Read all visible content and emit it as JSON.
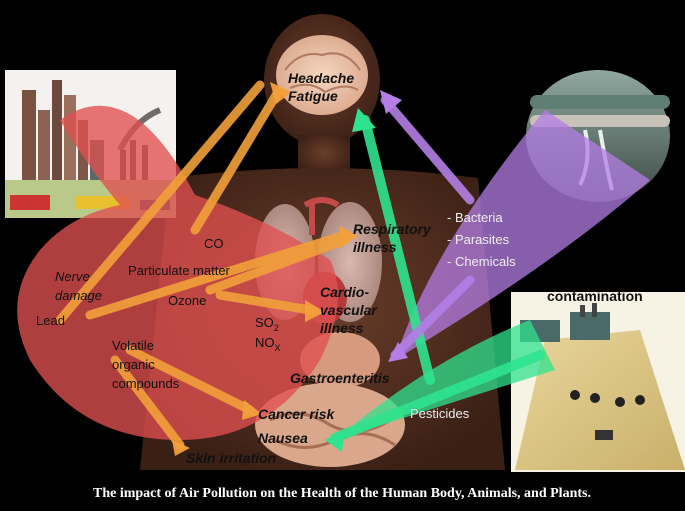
{
  "organs": {
    "headache": "Headache",
    "fatigue": "Fatigue",
    "respiratory_1": "Respiratory",
    "respiratory_2": "illness",
    "cardio_1": "Cardio-",
    "cardio_2": "vascular",
    "cardio_3": "illness",
    "gastro": "Gastroenteritis",
    "cancer": "Cancer risk",
    "nausea": "Nausea",
    "skin": "Skin irritation"
  },
  "air_pollutants": {
    "co": "CO",
    "nerve_1": "Nerve",
    "nerve_2": "damage",
    "particulate": "Particulate matter",
    "ozone": "Ozone",
    "lead": "Lead",
    "so2": "SO",
    "so2_sub": "2",
    "nox": "NO",
    "nox_sub": "X",
    "voc_1": "Volatile",
    "voc_2": "organic",
    "voc_3": "compounds"
  },
  "water_pollutants": {
    "bacteria": "- Bacteria",
    "parasites": "- Parasites",
    "chemicals": "- Chemicals"
  },
  "soil": {
    "contamination": "contamination",
    "pesticides": "Pesticides"
  },
  "caption": "The impact of Air Pollution on the Health of the Human Body, Animals, and Plants.",
  "colors": {
    "air_blob": "#e04f4f",
    "orange_arrow": "#f2a03a",
    "purple_arrow": "#b47ee6",
    "green_arrow": "#2fe38e",
    "body": "#4a2a1e"
  },
  "icons": [
    "city-skyline-icon",
    "water-pipes-icon",
    "farm-field-icon",
    "lungs-icon",
    "brain-icon"
  ]
}
